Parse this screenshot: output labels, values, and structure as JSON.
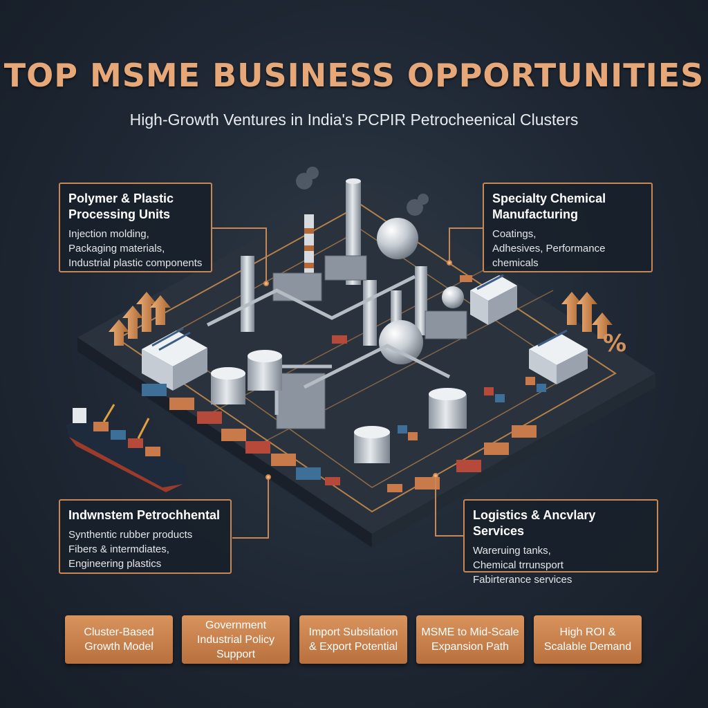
{
  "header": {
    "title": "TOP MSME BUSINESS OPPORTUNITIES",
    "subtitle": "High-Growth Ventures in India's PCPIR Petrocheenical Clusters"
  },
  "callouts": [
    {
      "title_lines": [
        "Polymer & Plastic",
        "Processing Units"
      ],
      "items": [
        "Injection molding,",
        "Packaging materials,",
        "Industrial plastic components"
      ]
    },
    {
      "title_lines": [
        "Specialty Chemical",
        "Manufacturing"
      ],
      "items": [
        "Coatings,",
        "Adhesives, Performance",
        "chemicals"
      ]
    },
    {
      "title_lines": [
        "Indwnstem Petrochhental"
      ],
      "items": [
        "Synthentic rubber products",
        "Fibers & intermdiates,",
        "Engineering plastics"
      ]
    },
    {
      "title_lines": [
        "Logistics & Ancvlary Services"
      ],
      "items": [
        "Wareruing tanks,",
        "Chemical trrunsport",
        "Fabirterance services"
      ]
    }
  ],
  "pills": [
    {
      "lines": [
        "Cluster-Based",
        "Growth Model"
      ]
    },
    {
      "lines": [
        "Government",
        "Industrial Policy Support"
      ]
    },
    {
      "lines": [
        "Import Subsitation",
        "& Export Potential"
      ]
    },
    {
      "lines": [
        "MSME to Mid-Scale",
        "Expansion Path"
      ]
    },
    {
      "lines": [
        "High ROI &",
        "Scalable Demand"
      ]
    }
  ],
  "decor": {
    "percent_symbol": "%"
  },
  "colors": {
    "accent": "#c88856",
    "title": "#e6a878",
    "background": "#1e2733",
    "pill": "#c98350"
  },
  "icons": [
    "factory-icon",
    "storage-tank-icon",
    "cargo-ship-icon",
    "growth-arrow-icon",
    "warehouse-icon",
    "container-icon",
    "truck-icon"
  ]
}
